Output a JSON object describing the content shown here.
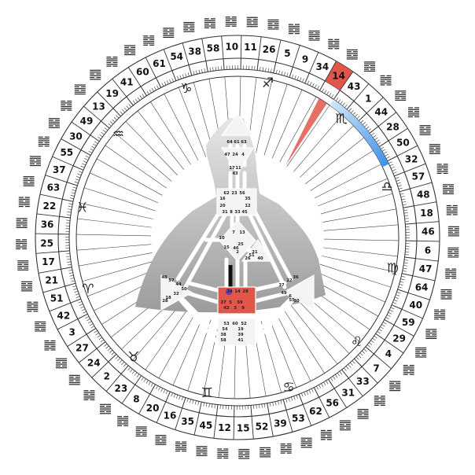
{
  "wheel": {
    "gates": [
      "10",
      "11",
      "26",
      "5",
      "9",
      "34",
      "14",
      "43",
      "1",
      "44",
      "28",
      "50",
      "32",
      "57",
      "48",
      "18",
      "46",
      "6",
      "47",
      "64",
      "40",
      "59",
      "29",
      "4",
      "7",
      "33",
      "31",
      "56",
      "62",
      "53",
      "39",
      "52",
      "15",
      "12",
      "45",
      "35",
      "16",
      "20",
      "8",
      "23",
      "2",
      "24",
      "27",
      "3",
      "42",
      "51",
      "21",
      "17",
      "25",
      "36",
      "22",
      "63",
      "37",
      "55",
      "30",
      "49",
      "13",
      "19",
      "41",
      "60",
      "61",
      "54",
      "38",
      "58"
    ],
    "active_gate": "14",
    "zodiac": [
      "♑",
      "♐",
      "♏",
      "♎",
      "♍",
      "♌",
      "♋",
      "♊",
      "♉",
      "♈",
      "♓",
      "♒"
    ],
    "accent_red": "#e0574a",
    "accent_blue": "#3a8ee6"
  },
  "bodygraph": {
    "head": [
      "64",
      "61",
      "63"
    ],
    "ajna": [
      "47",
      "24",
      "4",
      "17",
      "11",
      "43"
    ],
    "throat": [
      "62",
      "23",
      "56",
      "16",
      "35",
      "20",
      "12",
      "31",
      "8",
      "33",
      "45"
    ],
    "g_center": [
      "7",
      "13",
      "10",
      "15",
      "25",
      "46",
      "2"
    ],
    "ego": [
      "21",
      "51",
      "26",
      "40"
    ],
    "spleen": [
      "48",
      "57",
      "44",
      "50",
      "32",
      "18",
      "28"
    ],
    "sacral": [
      "34",
      "14",
      "29",
      "27",
      "5",
      "59",
      "42",
      "3",
      "9"
    ],
    "solar_plexus": [
      "36",
      "22",
      "37",
      "49",
      "6",
      "55",
      "30"
    ],
    "root": [
      "53",
      "60",
      "52",
      "54",
      "19",
      "38",
      "39",
      "58",
      "41"
    ]
  }
}
